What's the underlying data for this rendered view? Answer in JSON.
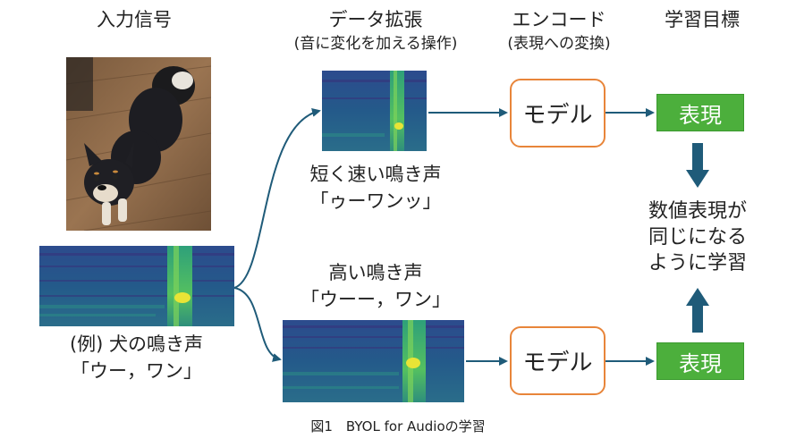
{
  "headers": {
    "input": "入力信号",
    "augment": "データ拡張",
    "augment_sub": "(音に変化を加える操作)",
    "encode": "エンコード",
    "encode_sub": "(表現への変換)",
    "goal": "学習目標"
  },
  "input_label": {
    "line1": "(例) 犬の鳴き声",
    "line2": "「ウー，ワン」"
  },
  "aug_top_label": {
    "line1": "短く速い鳴き声",
    "line2": "「ゥーワンッ」"
  },
  "aug_bottom_label": {
    "line1": "高い鳴き声",
    "line2": "「ウーー，ワン」"
  },
  "model_label": "モデル",
  "rep_label": "表現",
  "goal_text": {
    "line1": "数値表現が",
    "line2": "同じになる",
    "line3": "ように学習"
  },
  "caption": "図1　BYOL for Audioの学習",
  "colors": {
    "model_border": "#e8853a",
    "rep_fill": "#4caf3c",
    "arrow": "#1f5b79"
  }
}
